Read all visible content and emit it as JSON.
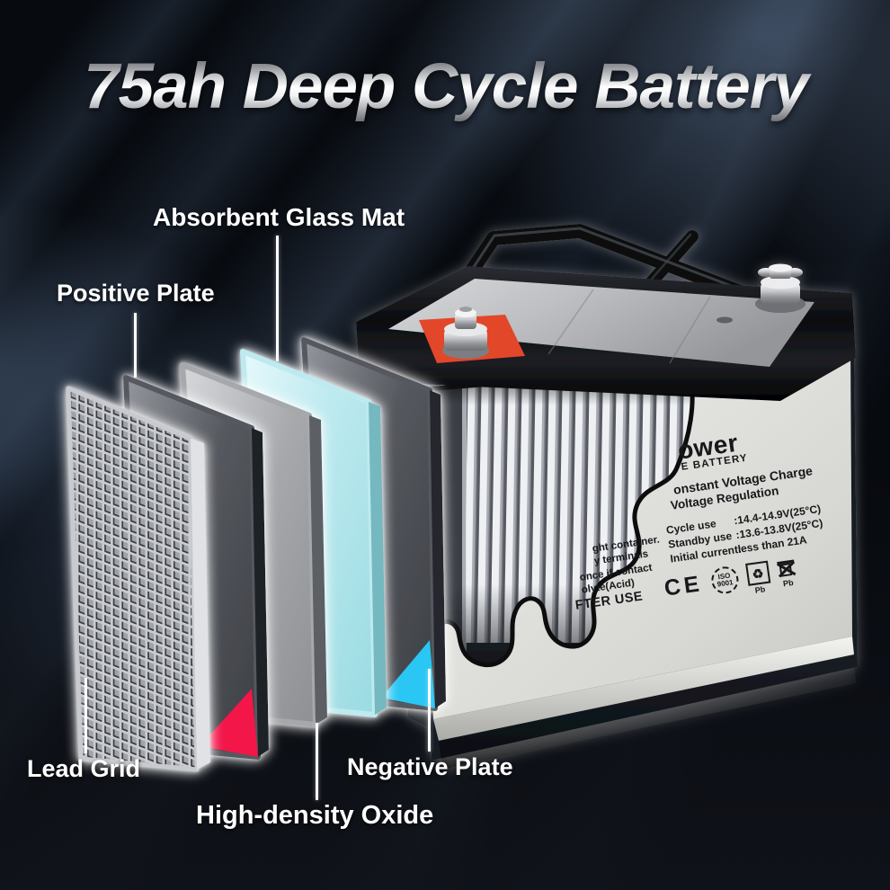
{
  "title": "75ah Deep Cycle Battery",
  "callouts": {
    "absorbent_glass_mat": "Absorbent Glass Mat",
    "positive_plate": "Positive Plate",
    "lead_grid": "Lead Grid",
    "high_density_oxide": "High-density Oxide",
    "negative_plate": "Negative Plate"
  },
  "battery_label": {
    "brand_fragment": "ower",
    "brand_tagline_fragment": "E BATTERY",
    "charge_heading_fragment": "onstant Voltage Charge",
    "charge_subheading": "Voltage Regulation",
    "specs": [
      {
        "name": "Cycle use",
        "value": ":14.4-14.9V(25°C)"
      },
      {
        "name": "Standby use",
        "value": ":13.6-13.8V(25°C)"
      },
      {
        "name": "Initial current:",
        "value": "less than 21A"
      }
    ],
    "warning_fragments": {
      "line1": "ght container.",
      "line2": "y terminals",
      "line3": "once if contact",
      "line4": "olyte(Acid)",
      "line5": "FTER USE"
    },
    "certifications": {
      "ce": "CE",
      "iso_line1": "ISO",
      "iso_line2": "9001",
      "recycle_symbol": "♻",
      "recycle_pb": "Pb",
      "bin_pb": "Pb"
    }
  },
  "colors": {
    "accent_red_triangle": "#f2134a",
    "accent_cyan_triangle": "#29c6f4",
    "agm_cyan": "#bdeaef",
    "terminal_pad_red": "#e2472a",
    "label_gray": "#dddddc",
    "background": "#070a0f"
  }
}
